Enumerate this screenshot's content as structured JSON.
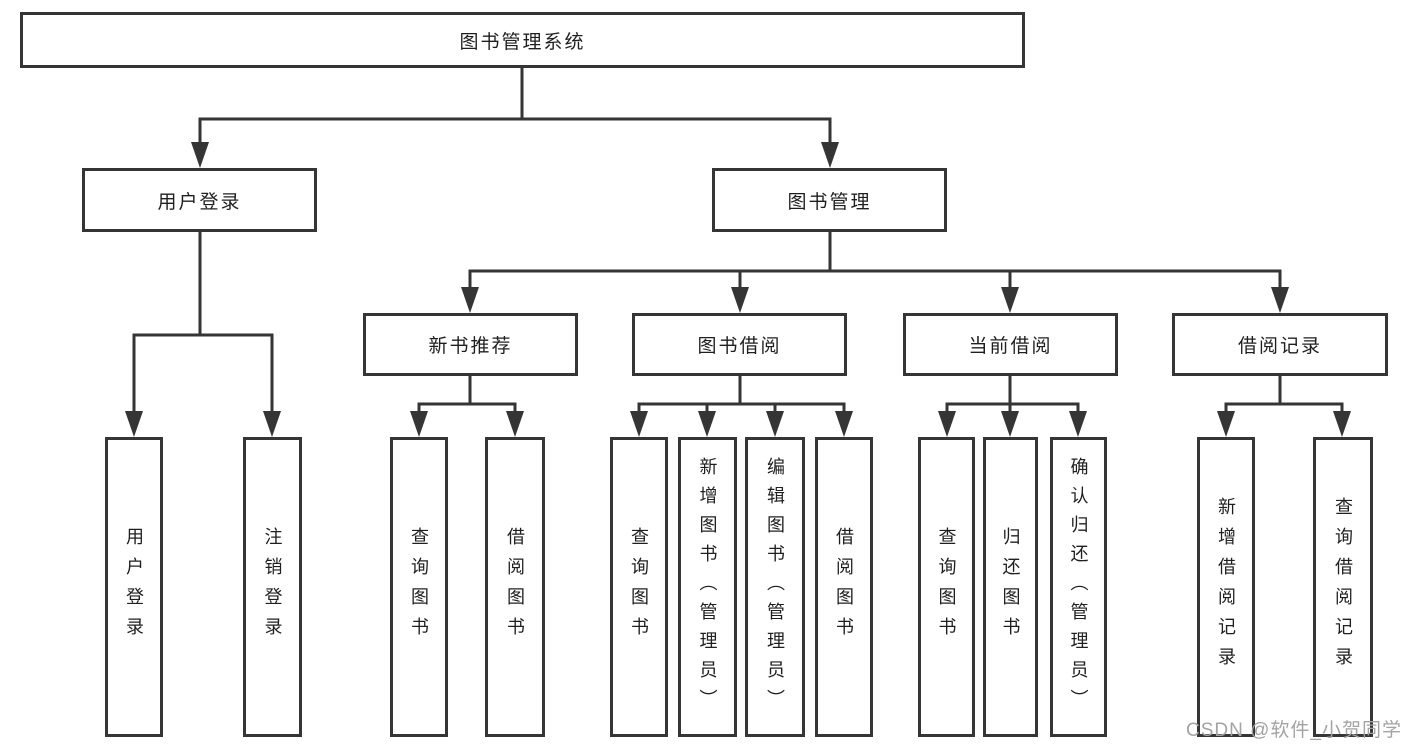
{
  "diagram": {
    "root": {
      "label": "图书管理系统"
    },
    "level2": [
      {
        "label": "用户登录"
      },
      {
        "label": "图书管理"
      }
    ],
    "level3": [
      {
        "label": "新书推荐"
      },
      {
        "label": "图书借阅"
      },
      {
        "label": "当前借阅"
      },
      {
        "label": "借阅记录"
      }
    ],
    "leaves": [
      {
        "label": "用户登录"
      },
      {
        "label": "注销登录"
      },
      {
        "label": "查询图书"
      },
      {
        "label": "借阅图书"
      },
      {
        "label": "查询图书"
      },
      {
        "label": "新增图书（管理员）"
      },
      {
        "label": "编辑图书（管理员）"
      },
      {
        "label": "借阅图书"
      },
      {
        "label": "查询图书"
      },
      {
        "label": "归还图书"
      },
      {
        "label": "确认归还（管理员）"
      },
      {
        "label": "新增借阅记录"
      },
      {
        "label": "查询借阅记录"
      }
    ],
    "watermark": "CSDN @软件_小贺同学",
    "colors": {
      "line": "#353535",
      "text": "#1f1f1f",
      "watermark": "#a3a3a3",
      "background": "#ffffff"
    }
  }
}
